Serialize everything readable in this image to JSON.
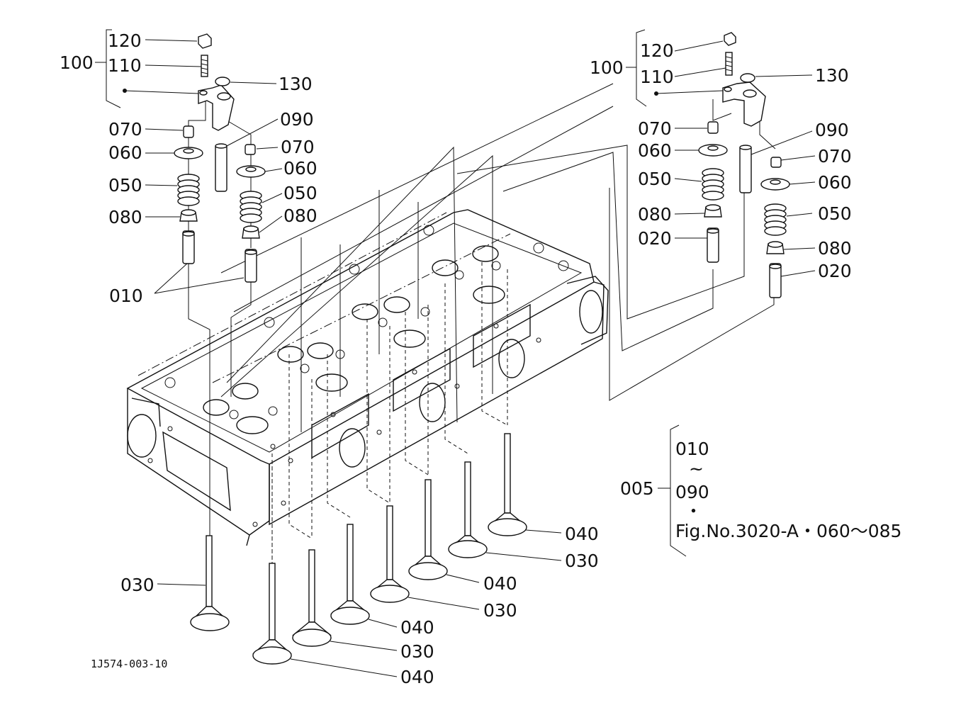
{
  "diagram": {
    "drawing_id": "1J574-003-10",
    "labels": {
      "l120": "120",
      "l110": "110",
      "l100": "100",
      "l130": "130",
      "l070a": "070",
      "l090": "090",
      "l070b": "070",
      "l060a": "060",
      "l060b": "060",
      "l050a": "050",
      "l050b": "050",
      "l080a": "080",
      "l080b": "080",
      "l010": "010",
      "r120": "120",
      "r100": "100",
      "r110": "110",
      "r130": "130",
      "r070a": "070",
      "r090": "090",
      "r060a": "060",
      "r070b": "070",
      "r050a": "050",
      "r060b": "060",
      "r080a": "080",
      "r050b": "050",
      "r020a": "020",
      "r080b": "080",
      "r020b": "020",
      "v030a": "030",
      "v040a": "040",
      "v030b": "030",
      "v040b": "040",
      "v030c": "030",
      "v040c": "040",
      "v030d": "030",
      "v040d": "040"
    },
    "kit": {
      "id": "005",
      "from": "010",
      "tilde": "~",
      "to": "090",
      "dot": "・",
      "ref": "Fig.No.3020-A・060～085"
    }
  }
}
